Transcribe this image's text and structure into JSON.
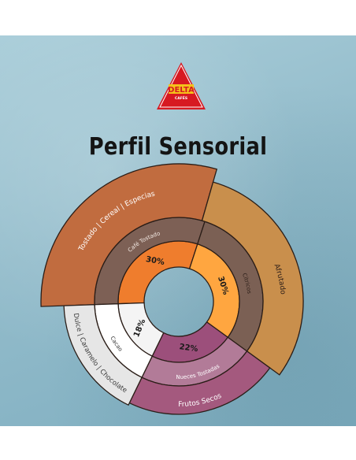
{
  "brand": {
    "name": "DELTA",
    "subname": "CAFÉS",
    "colors": {
      "red": "#d71921",
      "yellow": "#f4c21a"
    }
  },
  "title": "Perfil Sensorial",
  "chart_data": {
    "type": "sunburst",
    "title": "Perfil Sensorial",
    "inner_ring": [
      {
        "label": "30%",
        "value": 30,
        "color": "#ef7d2d"
      },
      {
        "label": "30%",
        "value": 30,
        "color": "#ffa640"
      },
      {
        "label": "22%",
        "value": 22,
        "color": "#9c4f7b"
      },
      {
        "label": "18%",
        "value": 18,
        "color": "#f4f4f4"
      }
    ],
    "middle_ring": [
      {
        "label": "Café Tostado",
        "color": "#7d6055"
      },
      {
        "label": "Cítricos",
        "color": "#7b6054"
      },
      {
        "label": "Nueces Tostadas",
        "color": "#b27b98"
      },
      {
        "label": "Cacao",
        "color": "#ffffff"
      }
    ],
    "outer_ring": [
      {
        "label": "Tostado | Cereal | Especias",
        "color": "#c16c3f"
      },
      {
        "label": "Afrutado",
        "color": "#c98f4c"
      },
      {
        "label": "Frutos Secos",
        "color": "#a4597e"
      },
      {
        "label": "Dulce | Caramelo | Chocolate",
        "color": "#e6e6e6"
      }
    ]
  }
}
